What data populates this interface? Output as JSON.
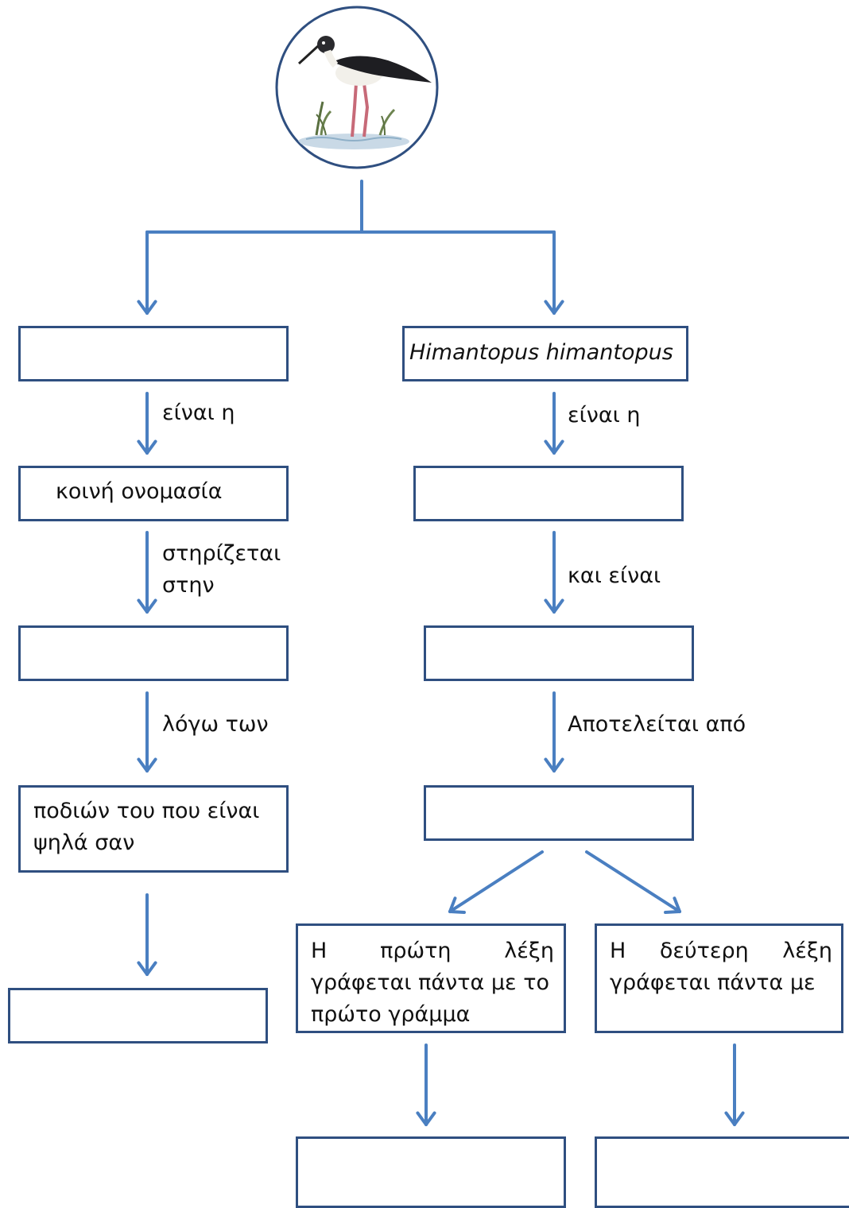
{
  "colors": {
    "arrow": "#4a7fc1",
    "box_border": "#2f4f80",
    "circle_border": "#2f4f80"
  },
  "illustration": "black-winged-stilt-bird-icon",
  "left": {
    "box1_text": "",
    "edge1": "είναι η",
    "box2_text": "κοινή ονομασία",
    "edge2_line1": "στηρίζεται",
    "edge2_line2": "στην",
    "box3_text": "",
    "edge3": "λόγω των",
    "box4_line1": "ποδιών του που είναι",
    "box4_line2": "ψηλά σαν",
    "box5_text": ""
  },
  "right": {
    "box1_text": "Himantopus himantopus",
    "edge1": "είναι η",
    "box2_text": "",
    "edge2": "και  είναι",
    "box3_text": "",
    "edge3": "Αποτελείται από",
    "box4_text": "",
    "first_word": {
      "w1": "Η",
      "w2": "πρώτη",
      "w3": "λέξη",
      "line2": "γράφεται πάντα με το",
      "line3": "πρώτο γράμμα"
    },
    "second_word": {
      "w1": "Η",
      "w2": "δεύτερη",
      "w3": "λέξη",
      "line2": "γράφεται πάντα με"
    },
    "bottom_left_text": "",
    "bottom_right_text": ""
  }
}
